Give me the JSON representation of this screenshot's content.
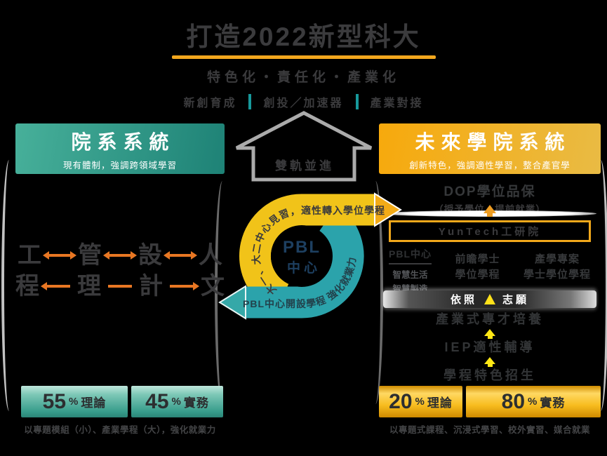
{
  "header": {
    "title": "打造2022新型科大",
    "subtitle": "特色化・責任化・產業化",
    "tagline": [
      "新創育成",
      "創投／加速器",
      "產業對接"
    ]
  },
  "center": {
    "dual_track": "雙軌並進",
    "hub_top": "PBL",
    "hub_bottom": "中心",
    "yellow_arc_text": "大一、大二中心見習，適性轉入學位學程",
    "teal_arc_text": "PBL中心開設學程 強化就業力"
  },
  "left_panel": {
    "title": "院系系統",
    "subtitle": "現有體制，強調跨領域學習",
    "colleges_row1": [
      "工",
      "管",
      "設",
      "人"
    ],
    "colleges_row2": [
      "程",
      "理",
      "計",
      "文"
    ],
    "stats": [
      {
        "value": "55",
        "unit": "%",
        "label": "理論"
      },
      {
        "value": "45",
        "unit": "%",
        "label": "實務"
      }
    ],
    "caption": "以專題模組（小）、產業學程（大），強化就業力"
  },
  "right_panel": {
    "title": "未來學院系統",
    "subtitle": "創新特色，強調適性學習，整合產官學",
    "dop_title": "DOP學位品保",
    "dop_sub": "（授予學位、提前就業）",
    "yuntech_box": "YunTech工研院",
    "columns": [
      {
        "title": "PBL中心",
        "lines": [
          "智慧生活",
          "智慧製造"
        ]
      },
      {
        "title": "前瞻學士",
        "lines": [
          "學位學程"
        ]
      },
      {
        "title": "產學專案",
        "lines": [
          "學士學位學程"
        ]
      }
    ],
    "banner": {
      "left": "依照",
      "right": "志願"
    },
    "flow": [
      "產業式專才培養",
      "IEP適性輔導",
      "學程特色招生"
    ],
    "stats": [
      {
        "value": "20",
        "unit": "%",
        "label": "理論"
      },
      {
        "value": "80",
        "unit": "%",
        "label": "實務"
      }
    ],
    "caption": "以專題式課程、沉浸式學習、校外實習、媒合就業"
  },
  "colors": {
    "background": "#000000",
    "dark_text": "#3a3a3c",
    "accent_gold": "#f2a71e",
    "teal_banner": "#2a9d8d",
    "gold_banner": "#f0a818",
    "teal_divider": "#17999b",
    "orange_arrow": "#e87723",
    "swirl_yellow": "#f1c319",
    "swirl_teal": "#2ba3ab",
    "hub_navy": "#1d3f60",
    "bright_yellow_arrow": "#ffe715"
  }
}
